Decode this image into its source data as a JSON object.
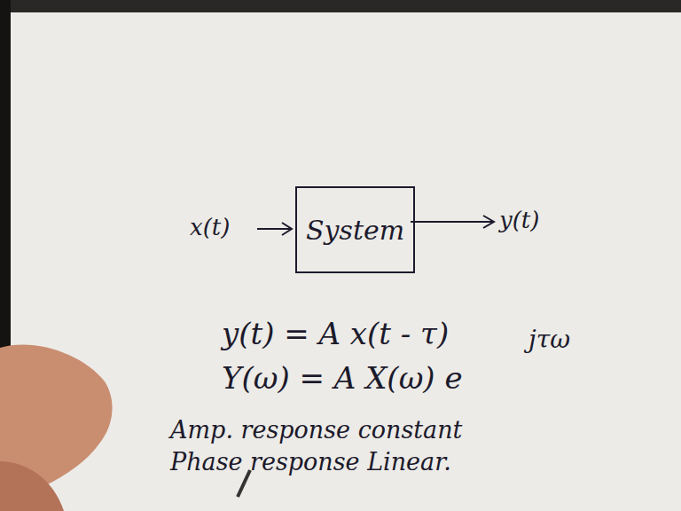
{
  "diagram": {
    "nodes": [
      {
        "text": [
          "System"
        ]
      }
    ],
    "labels": [
      "x(t)",
      "y(t)",
      "y(t) = A x(t - τ)",
      "Y(ω) = A X(ω) e",
      "jτω",
      "Amp. response constant",
      "Phase response Linear."
    ]
  }
}
